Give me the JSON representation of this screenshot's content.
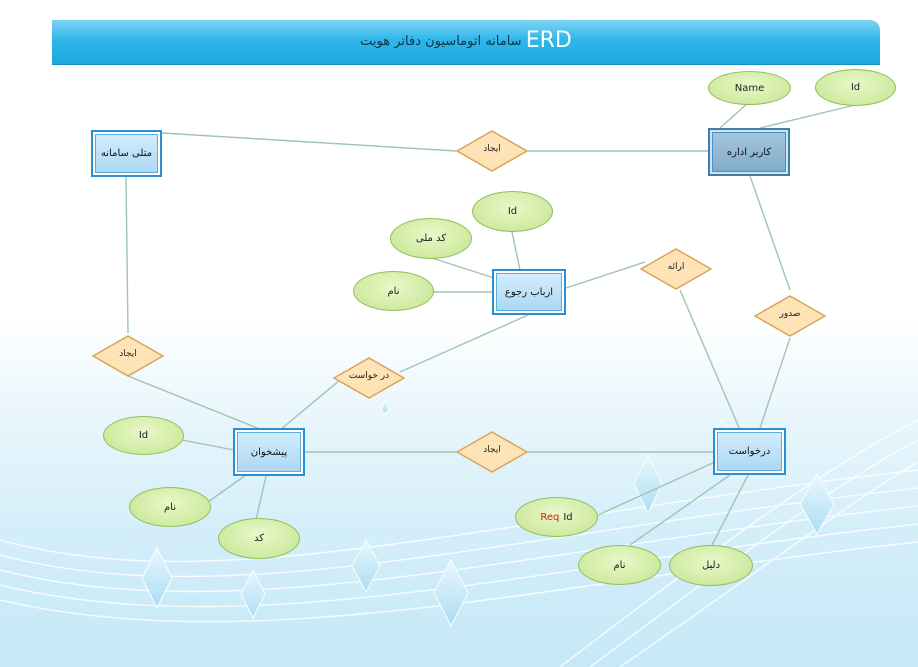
{
  "title": {
    "prefix": "ERD",
    "text": "سامانه اتوماسیون دفاتر هویت"
  },
  "entities": {
    "system_admin": "متلی سامانه",
    "office_admin": "کاربر اداره",
    "clients": "ارباب رجوع",
    "counter_clerk": "پیشخوان",
    "request": "درخواست"
  },
  "relationships": {
    "create_top": "ایجاد",
    "create_left": "ایجاد",
    "request_rel": "در خواست",
    "create_middle": "ایجاد",
    "present": "ارائه",
    "issue": "صدور"
  },
  "attributes": {
    "admin_name": "Name",
    "admin_id": "Id",
    "client_id": "Id",
    "client_national_code": "کد ملی",
    "client_name": "نام",
    "clerk_id": "Id",
    "clerk_name": "نام",
    "clerk_code": "کد",
    "request_req_prefix": "Req",
    "request_req_id": "Id",
    "request_name": "نام",
    "request_reason": "دلیل"
  },
  "colors": {
    "banner": "#1aa8df",
    "entity_border": "#2b8fd0",
    "attribute_fill": "#cfeaa0",
    "relationship_fill": "#fde3b5",
    "relationship_border": "#d9a45a",
    "connector": "#9fc5b0",
    "req_label": "#d0201b"
  }
}
